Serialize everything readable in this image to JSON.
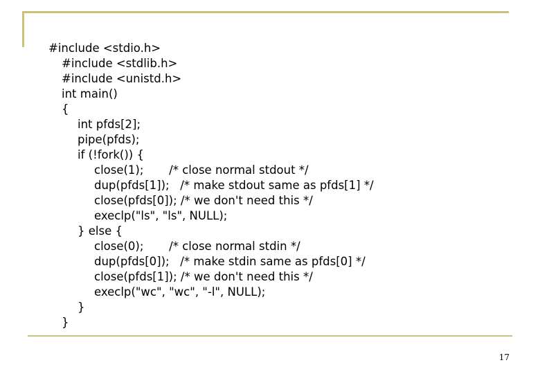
{
  "slide": {
    "code_lines": [
      "#include <stdio.h>",
      "#include <stdlib.h>",
      "#include <unistd.h>",
      "int main()",
      "{",
      "int pfds[2];",
      "pipe(pfds);",
      "if (!fork()) {",
      "close(1);       /* close normal stdout */",
      "dup(pfds[1]);   /* make stdout same as pfds[1] */",
      "close(pfds[0]); /* we don't need this */",
      "execlp(\"ls\", \"ls\", NULL);",
      "} else {",
      "close(0);       /* close normal stdin */",
      "dup(pfds[0]);   /* make stdin same as pfds[0] */",
      "close(pfds[1]); /* we don't need this */",
      "execlp(\"wc\", \"wc\", \"-l\", NULL);",
      "}",
      "}"
    ],
    "page_number": "17",
    "accent_color": "#c8c27a"
  }
}
